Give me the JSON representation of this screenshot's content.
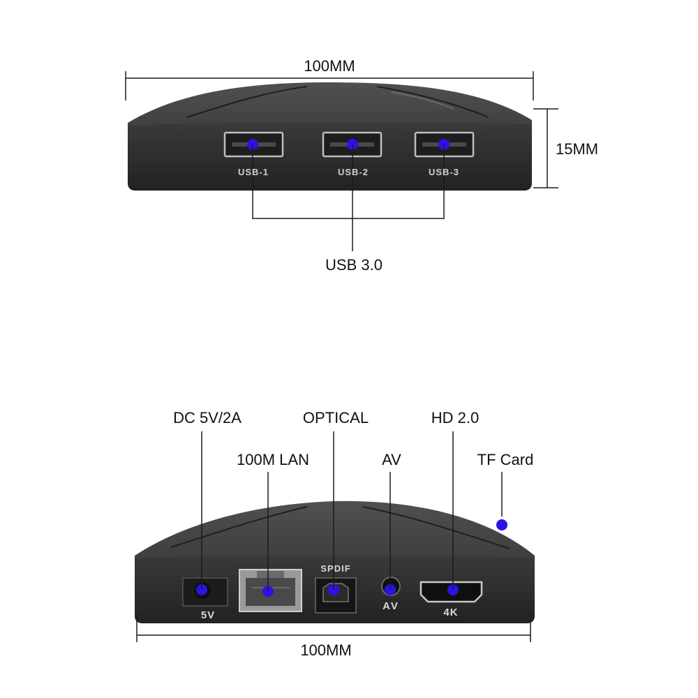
{
  "top_view": {
    "width_label": "100MM",
    "height_label": "15MM",
    "group_label": "USB 3.0",
    "ports": [
      {
        "label": "USB-1"
      },
      {
        "label": "USB-2"
      },
      {
        "label": "USB-3"
      }
    ]
  },
  "bottom_view": {
    "width_label": "100MM",
    "callouts": {
      "dc": "DC 5V/2A",
      "lan": "100M LAN",
      "optical": "OPTICAL",
      "av": "AV",
      "hd": "HD 2.0",
      "tf": "TF Card"
    },
    "port_marks": {
      "dc": "5V",
      "spdif": "SPDIF",
      "av": "AV",
      "hd": "4K"
    }
  },
  "colors": {
    "device_body": "#343434",
    "device_dark": "#262626",
    "marker": "#2b12e6",
    "leader_line": "#1a1a1a"
  }
}
